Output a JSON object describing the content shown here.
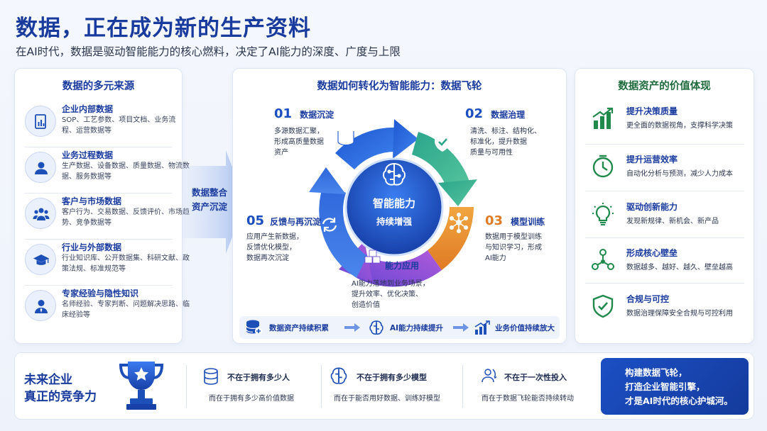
{
  "header": {
    "title": "数据，正在成为新的生产资料",
    "subtitle": "在AI时代，数据是驱动智能能力的核心燃料，决定了AI能力的深度、广度与上限"
  },
  "left_panel": {
    "title": "数据的多元来源",
    "items": [
      {
        "name": "企业内部数据",
        "desc": "SOP、工艺参数、项目文档、业务流程、运营数据等",
        "icon": "document-chart-icon"
      },
      {
        "name": "业务过程数据",
        "desc": "生产数据、设备数据、质量数据、物流数据、服务数据等",
        "icon": "person-icon"
      },
      {
        "name": "客户与市场数据",
        "desc": "客户行为、交易数据、反馈评价、市场趋势、竞争数据等",
        "icon": "group-icon"
      },
      {
        "name": "行业与外部数据",
        "desc": "行业知识库、公开数据集、科研文献、政策法规、标准规范等",
        "icon": "graduation-cap-icon"
      },
      {
        "name": "专家经验与隐性知识",
        "desc": "名师经验、专家判断、问题解决思路、临床经验等",
        "icon": "expert-icon"
      }
    ]
  },
  "integration_label": [
    "数据整合",
    "资产沉淀"
  ],
  "middle_panel": {
    "title": "数据如何转化为智能能力：数据飞轮",
    "center": {
      "line1": "智能能力",
      "line2": "持续增强"
    },
    "steps": [
      {
        "num": "01",
        "label": "数据沉淀",
        "desc": [
          "多源数据汇聚，",
          "形成高质量数据",
          "资产"
        ]
      },
      {
        "num": "02",
        "label": "数据治理",
        "desc": [
          "清洗、标注、结构化、",
          "标准化，提升数据",
          "质量与可用性"
        ]
      },
      {
        "num": "03",
        "label": "模型训练",
        "desc": [
          "数据用于模型训练",
          "与知识学习，形成",
          "AI能力"
        ]
      },
      {
        "num": "",
        "label": "能力应用",
        "desc": [
          "AI能力落地到业务场景，",
          "提升效率、优化决策、",
          "创造价值"
        ]
      },
      {
        "num": "05",
        "label": "反馈与再沉淀",
        "desc": [
          "应用产生新数据，",
          "反馈优化模型，",
          "数据再次沉淀"
        ]
      }
    ],
    "flow": [
      "数据资产持续积累",
      "AI能力持续提升",
      "业务价值持续放大"
    ]
  },
  "right_panel": {
    "title": "数据资产的价值体现",
    "items": [
      {
        "name": "提升决策质量",
        "desc": "更全面的数据视角，支撑科学决策",
        "icon": "bar-growth-icon"
      },
      {
        "name": "提升运营效率",
        "desc": "自动化分析与预测，减少人力成本",
        "icon": "clock-icon"
      },
      {
        "name": "驱动创新能力",
        "desc": "发现新规律、新机会、新产品",
        "icon": "lightbulb-icon"
      },
      {
        "name": "形成核心壁垒",
        "desc": "数据越多、越好、越久、壁垒越高",
        "icon": "network-icon"
      },
      {
        "name": "合规与可控",
        "desc": "数据治理保障安全合规与可控利用",
        "icon": "shield-check-icon"
      }
    ]
  },
  "bottom": {
    "heading": [
      "未来企业",
      "真正的竞争力"
    ],
    "items": [
      {
        "title": "不在于拥有多少人",
        "desc": "而在于拥有多少高价值数据",
        "icon": "database-icon"
      },
      {
        "title": "不在于拥有多少模型",
        "desc": "而在于能否用好数据、训练好模型",
        "icon": "brain-icon"
      },
      {
        "title": "不在于一次性投入",
        "desc": "而在于数据飞轮能否持续转动",
        "icon": "user-cycle-icon"
      }
    ],
    "cta": [
      "构建数据飞轮，",
      "打造企业智能引擎，",
      "才是AI时代的核心护城河。"
    ]
  },
  "colors": {
    "primary": "#1a3b9e",
    "green": "#1f8a4c",
    "teal": "#2fa38f",
    "orange": "#e98b2a",
    "purple": "#8a4ccf",
    "blue": "#2f6fe0"
  }
}
